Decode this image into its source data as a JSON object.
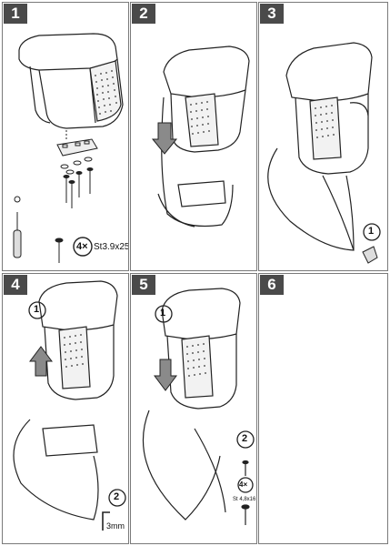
{
  "steps": [
    {
      "number": "1"
    },
    {
      "number": "2"
    },
    {
      "number": "3"
    },
    {
      "number": "4"
    },
    {
      "number": "5"
    },
    {
      "number": "6"
    }
  ],
  "step1": {
    "screw_count": "4×",
    "screw_spec": "St3.9x25"
  },
  "step3": {
    "callout": "1"
  },
  "step4": {
    "callout_top": "1",
    "callout_bottom": "2",
    "tool_size": "3mm"
  },
  "step5": {
    "callout_top": "1",
    "callout_bottom": "2",
    "screw_count": "4×",
    "screw_spec": "St 4,8x16"
  },
  "colors": {
    "badge_bg": "#4a4a4a",
    "line": "#222222",
    "arrow_fill": "#8a8a8a"
  }
}
